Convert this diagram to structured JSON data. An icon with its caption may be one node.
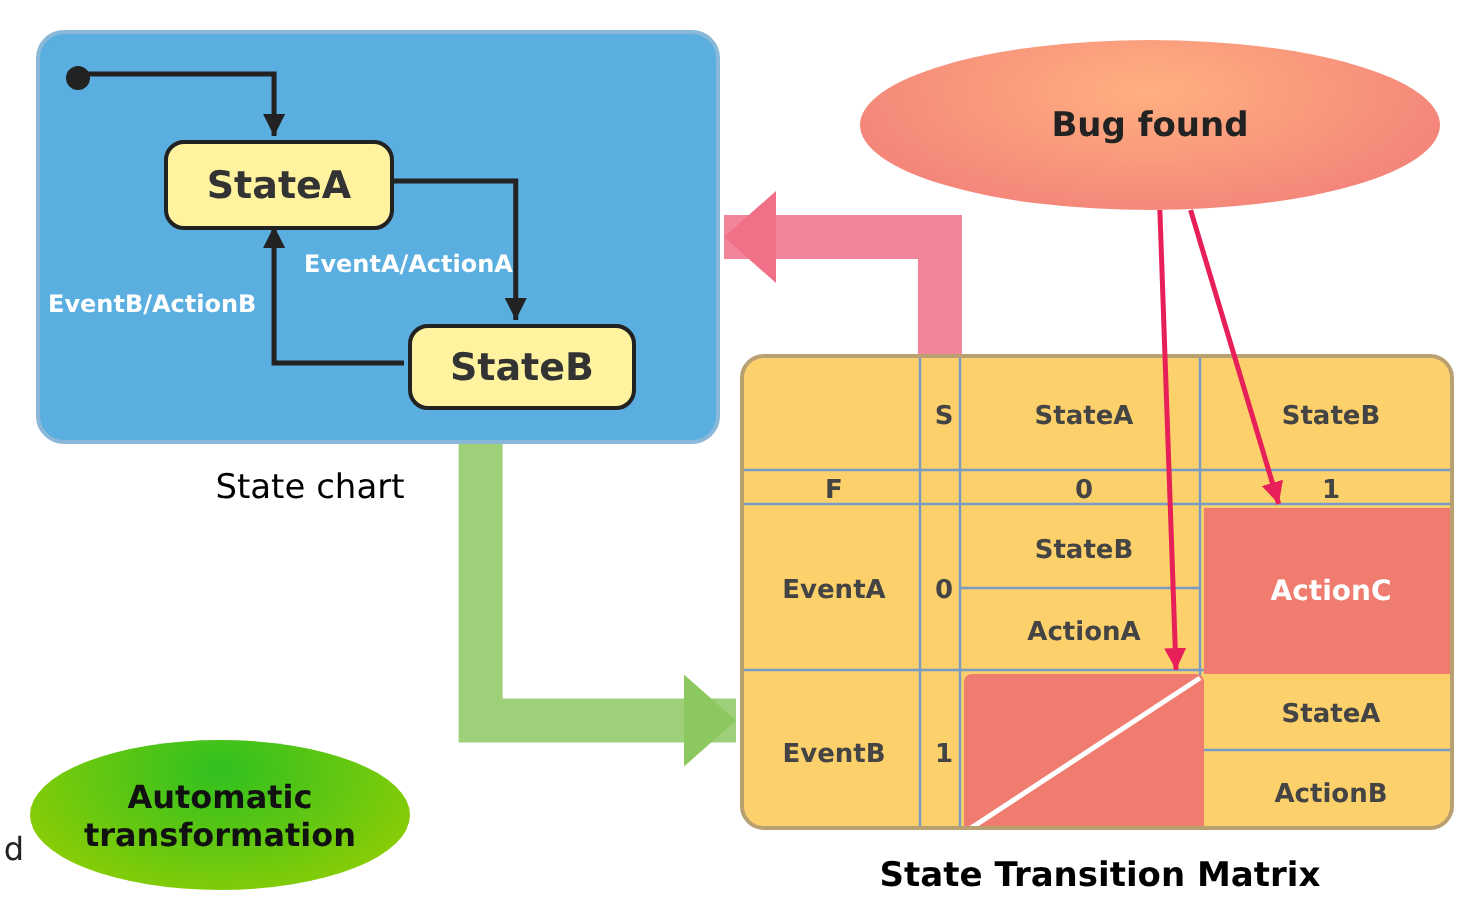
{
  "diagram": {
    "nodes": [
      {
        "text": [],
        "shape": "box",
        "beside": [
          "State chart"
        ]
      },
      {
        "text": [],
        "shape": "circle",
        "in": 0
      },
      {
        "text": [
          "StateA"
        ],
        "in": 0
      },
      {
        "text": [
          "StateB"
        ],
        "in": 0
      },
      {
        "text": [],
        "shape": "box",
        "beside": [
          "State Transition Matrix"
        ]
      },
      {
        "text": [
          "ActionC"
        ],
        "in": 4
      },
      {
        "text": [],
        "shape": "box",
        "in": 4
      },
      {
        "text": [
          "Bug found"
        ]
      },
      {
        "text": [
          "Automatic transformation"
        ]
      }
    ],
    "edges": [
      {
        "from": 1,
        "to": 2,
        "arrow": "to"
      },
      {
        "from": 2,
        "to": 3,
        "arrow": "to",
        "label": "EventA/ActionA"
      },
      {
        "from": 3,
        "to": 2,
        "arrow": "to",
        "label": "EventB/ActionB"
      },
      {
        "from": 4,
        "to": 0,
        "arrow": "to",
        "style": "thick",
        "color": "#f07088"
      },
      {
        "from": 0,
        "to": 4,
        "arrow": "to",
        "style": "thick",
        "color": "#8cc860"
      },
      {
        "from": 7,
        "to": 6,
        "arrow": "to",
        "color": "#e8205a"
      },
      {
        "from": 7,
        "to": 5,
        "arrow": "to",
        "color": "#e8205a"
      }
    ],
    "labels": [
      "S",
      "StateA",
      "StateB",
      "F",
      "0",
      "1",
      "EventA",
      "0",
      "StateB",
      "ActionA",
      "EventB",
      "1",
      "StateA",
      "ActionB",
      "d"
    ]
  }
}
